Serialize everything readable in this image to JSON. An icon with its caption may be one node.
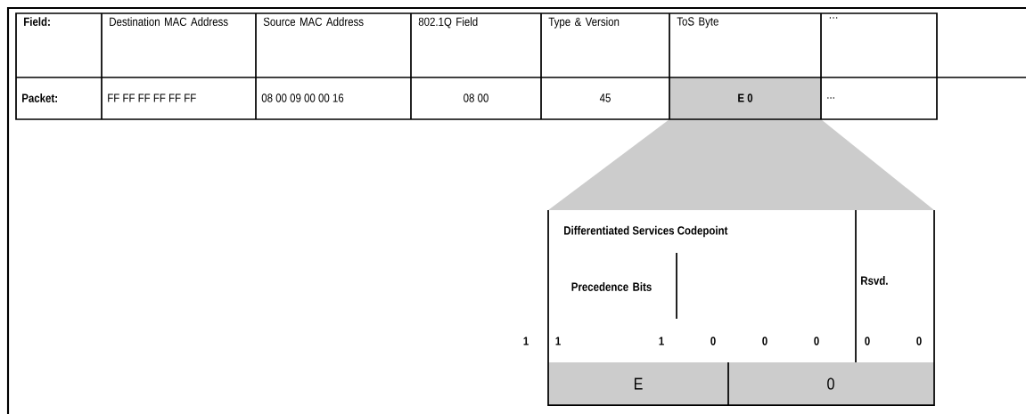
{
  "diagram": {
    "labels": [
      "Field:",
      "Destination MAC Address",
      "Source MAC Address",
      "802.1Q Field",
      "Type & Version",
      "ToS Byte",
      "…",
      "Packet:",
      "FF FF FF FF FF FF",
      "08 00 09 00 00 16",
      "08 00",
      "45",
      "E 0",
      "...",
      "Differentiated Services Codepoint",
      "Precedence Bits",
      "Rsvd.",
      "1",
      "1",
      "1",
      "0",
      "0",
      "0",
      "0",
      "0",
      "E",
      "0"
    ]
  }
}
